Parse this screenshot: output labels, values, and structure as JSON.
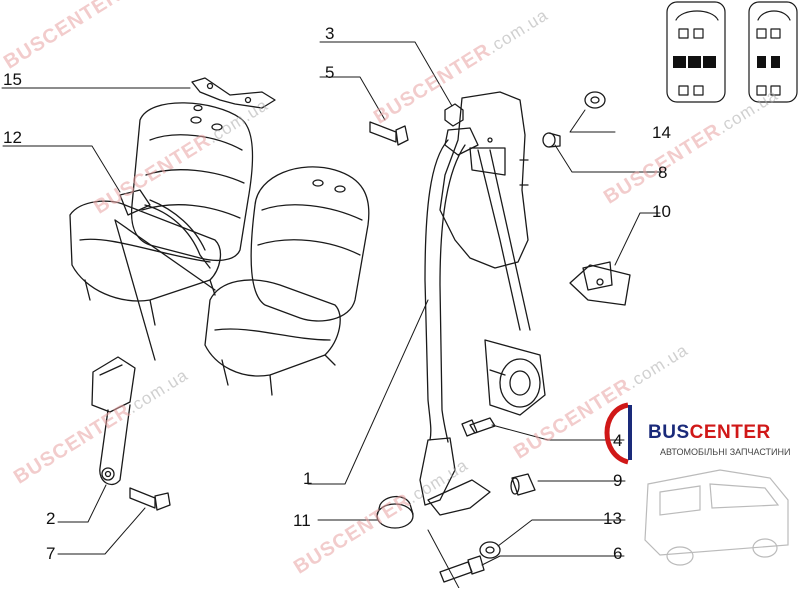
{
  "callouts": {
    "c1": "1",
    "c2": "2",
    "c3": "3",
    "c4": "4",
    "c5": "5",
    "c6": "6",
    "c7": "7",
    "c8": "8",
    "c9": "9",
    "c10": "10",
    "c11": "11",
    "c12": "12",
    "c13": "13",
    "c14": "14",
    "c15": "15"
  },
  "watermark": {
    "prefix": "BUS",
    "highlight": "CENTER",
    "suffix": ".com.ua"
  },
  "brand": {
    "name_a": "BUS",
    "name_b": "CENTER",
    "subtitle": "АВТОМОБІЛЬНІ ЗАПЧАСТИНИ"
  },
  "colors": {
    "line": "#1a1a1a",
    "watermark": "#e9a3a3",
    "brand_blue": "#1a2a7a",
    "brand_red": "#d01818"
  }
}
